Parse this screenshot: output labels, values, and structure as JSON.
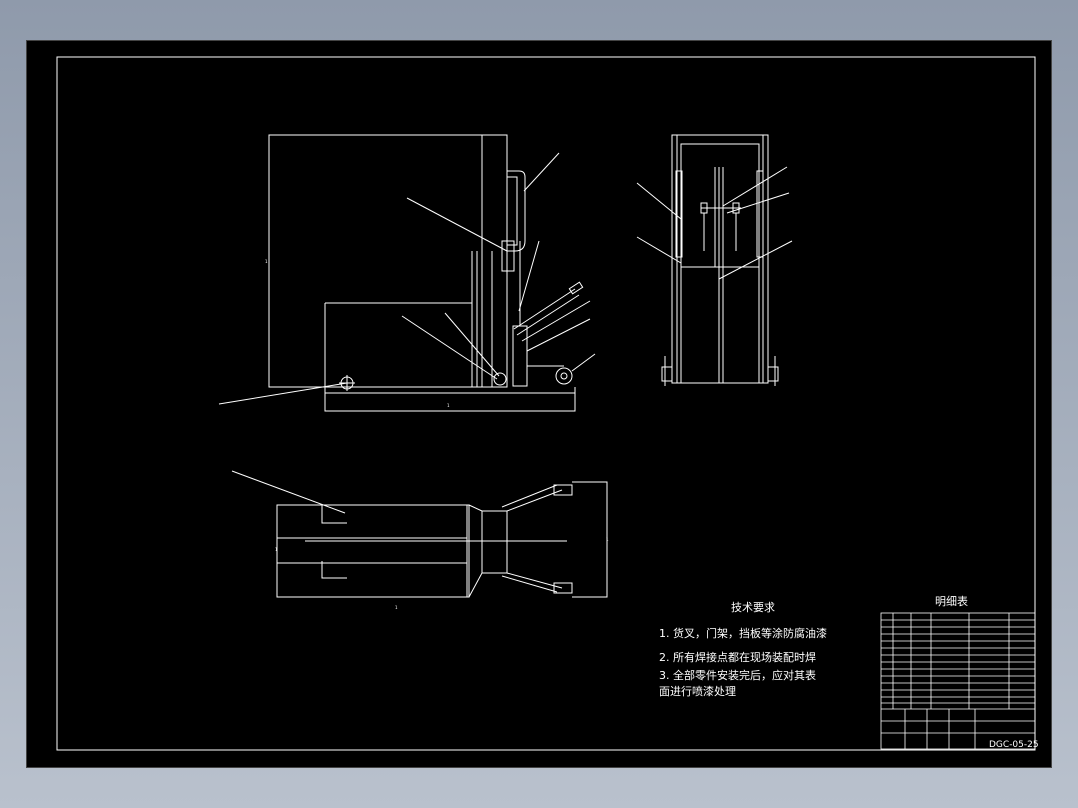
{
  "technical_requirements": {
    "title": "技术要求",
    "items": [
      "1. 货叉，门架，挡板等涂防腐油漆",
      "2. 所有焊接点都在现场装配时焊",
      "3. 全部零件安装完后，应对其表",
      "面进行喷漆处理"
    ]
  },
  "bom": {
    "title": "明细表"
  },
  "title_block": {
    "drawing_number": "DGC-05-25"
  },
  "colors": {
    "background": "#000000",
    "line": "#ffffff"
  }
}
